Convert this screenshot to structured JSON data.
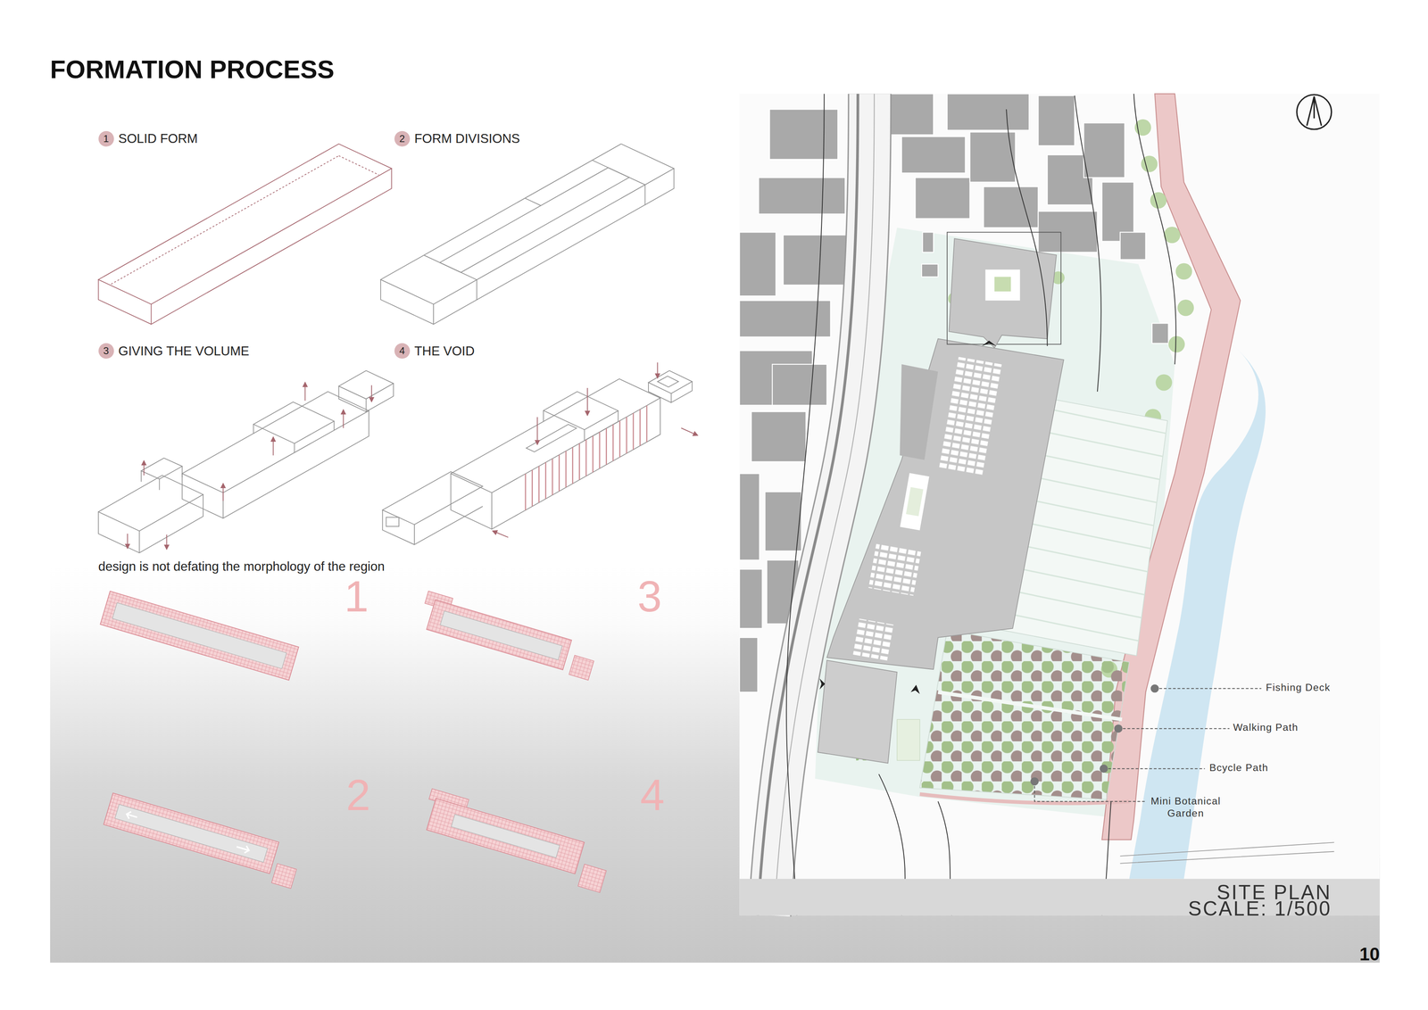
{
  "diagram": {
    "title": "FORMATION PROCESS",
    "nodes": [
      {
        "text": [
          "1",
          "SOLID FORM"
        ]
      },
      {
        "text": [
          "2",
          "FORM DIVISIONS"
        ]
      },
      {
        "text": [
          "3",
          "GIVING THE VOLUME"
        ]
      },
      {
        "text": [
          "4",
          "THE VOID"
        ]
      }
    ],
    "labels": [
      "design is not defating the morphology of the region",
      "1",
      "3",
      "2",
      "4",
      "Fishing Deck",
      "Walking Path",
      "Bcycle Path",
      "Mini Botanical Garden",
      "SITE PLAN",
      "SCALE: 1/500",
      "10"
    ]
  }
}
